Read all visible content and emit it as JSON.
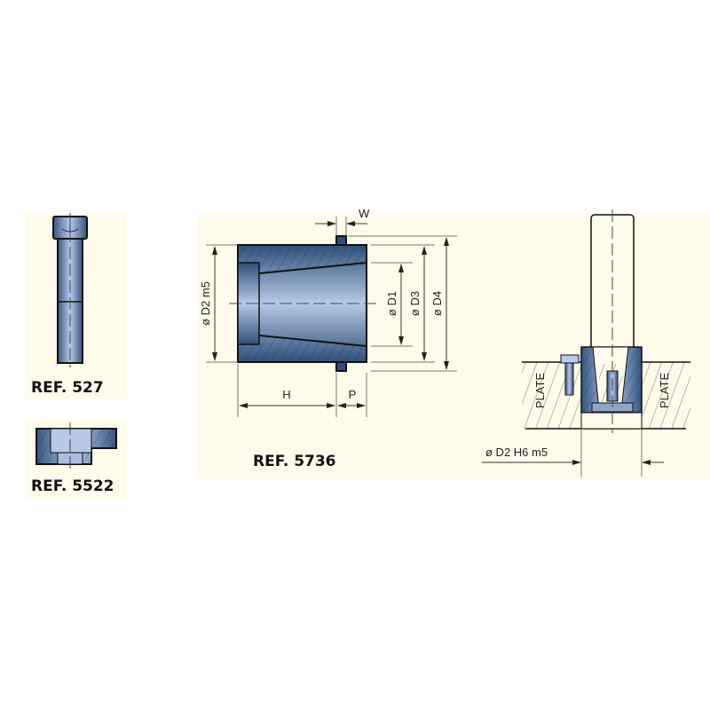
{
  "parts": {
    "bolt": {
      "ref": "REF. 527"
    },
    "washer": {
      "ref": "REF. 5522"
    },
    "bushing": {
      "ref": "REF. 5736",
      "dims": {
        "d2": "ø D2 m5",
        "d1": "ø D1",
        "d3": "ø D3",
        "d4": "ø D4",
        "h": "H",
        "p": "P",
        "w": "W"
      }
    },
    "assembly": {
      "plate_left": "PLATE",
      "plate_right": "PLATE",
      "fit": "ø D2 H6 m5"
    }
  },
  "colors": {
    "steel_dark": "#2f4f7a",
    "steel_light": "#b4c6e6",
    "paper": "#fffbea"
  }
}
